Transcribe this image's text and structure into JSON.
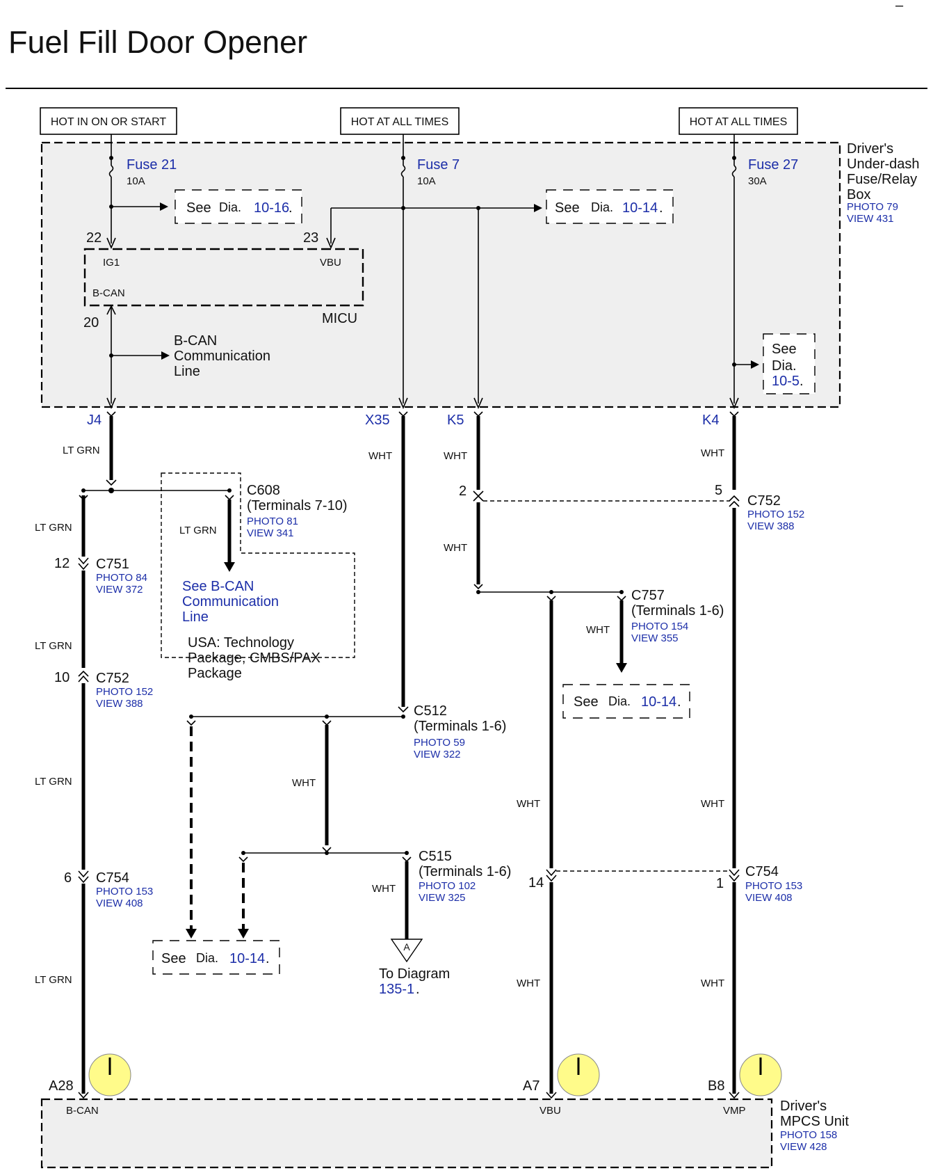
{
  "title": "Fuel Fill Door Opener",
  "power": {
    "hot_ign": "HOT IN ON OR START",
    "hot_all_1": "HOT AT ALL TIMES",
    "hot_all_2": "HOT AT ALL TIMES"
  },
  "fuse_box": {
    "l1": "Driver's",
    "l2": "Under-dash",
    "l3": "Fuse/Relay",
    "l4": "Box",
    "photo": "PHOTO 79",
    "view": "VIEW 431"
  },
  "fuses": {
    "f21": {
      "name": "Fuse 21",
      "rating": "10A"
    },
    "f7": {
      "name": "Fuse 7",
      "rating": "10A"
    },
    "f27": {
      "name": "Fuse 27",
      "rating": "30A"
    }
  },
  "see": {
    "see": "See",
    "dia": "Dia.",
    "d1016": "10-16",
    "d1014": "10-14",
    "d105": "10-5",
    "dot": "."
  },
  "micu": {
    "name": "MICU",
    "ig1": "IG1",
    "vbu": "VBU",
    "bcan": "B-CAN",
    "pin22": "22",
    "pin23": "23",
    "pin20": "20"
  },
  "bcan_line": {
    "l1": "B-CAN",
    "l2": "Communication",
    "l3": "Line"
  },
  "terminals": {
    "j4": "J4",
    "x35": "X35",
    "k5": "K5",
    "k4": "K4"
  },
  "wire_colors": {
    "lt_grn": "LT GRN",
    "wht": "WHT"
  },
  "connectors": {
    "c608": {
      "name": "C608",
      "terms": "(Terminals 7-10)",
      "photo": "PHOTO 81",
      "view": "VIEW 341"
    },
    "c751": {
      "name": "C751",
      "photo": "PHOTO 84",
      "view": "VIEW 372",
      "pin": "12"
    },
    "c752_left": {
      "name": "C752",
      "photo": "PHOTO 152",
      "view": "VIEW 388",
      "pin": "10"
    },
    "c752_right": {
      "name": "C752",
      "photo": "PHOTO 152",
      "view": "VIEW 388",
      "pin_k5": "2",
      "pin_k4": "5"
    },
    "c757": {
      "name": "C757",
      "terms": "(Terminals 1-6)",
      "photo": "PHOTO 154",
      "view": "VIEW 355"
    },
    "c512": {
      "name": "C512",
      "terms": "(Terminals 1-6)",
      "photo": "PHOTO 59",
      "view": "VIEW 322"
    },
    "c515": {
      "name": "C515",
      "terms": "(Terminals 1-6)",
      "photo": "PHOTO 102",
      "view": "VIEW 325"
    },
    "c754_left": {
      "name": "C754",
      "photo": "PHOTO 153",
      "view": "VIEW 408",
      "pin": "6"
    },
    "c754_right": {
      "name": "C754",
      "photo": "PHOTO 153",
      "view": "VIEW 408",
      "pin_vbu": "14",
      "pin_vmp": "1"
    }
  },
  "see_bcan": {
    "l1": "See B-CAN",
    "l2": "Communication",
    "l3": "Line"
  },
  "usa_note": {
    "l1": "USA: Technology",
    "l2": "Package, CMBS/PAX",
    "l3": "Package"
  },
  "to_diagram": {
    "symbol": "A",
    "l1": "To  Diagram",
    "l2": "135-1",
    "dot": "."
  },
  "mpcs": {
    "l1": "Driver's",
    "l2": "MPCS Unit",
    "photo": "PHOTO 158",
    "view": "VIEW 428",
    "a28": "A28",
    "a7": "A7",
    "b8": "B8",
    "bcan": "B-CAN",
    "vbu": "VBU",
    "vmp": "VMP"
  },
  "corner_mark": "–"
}
